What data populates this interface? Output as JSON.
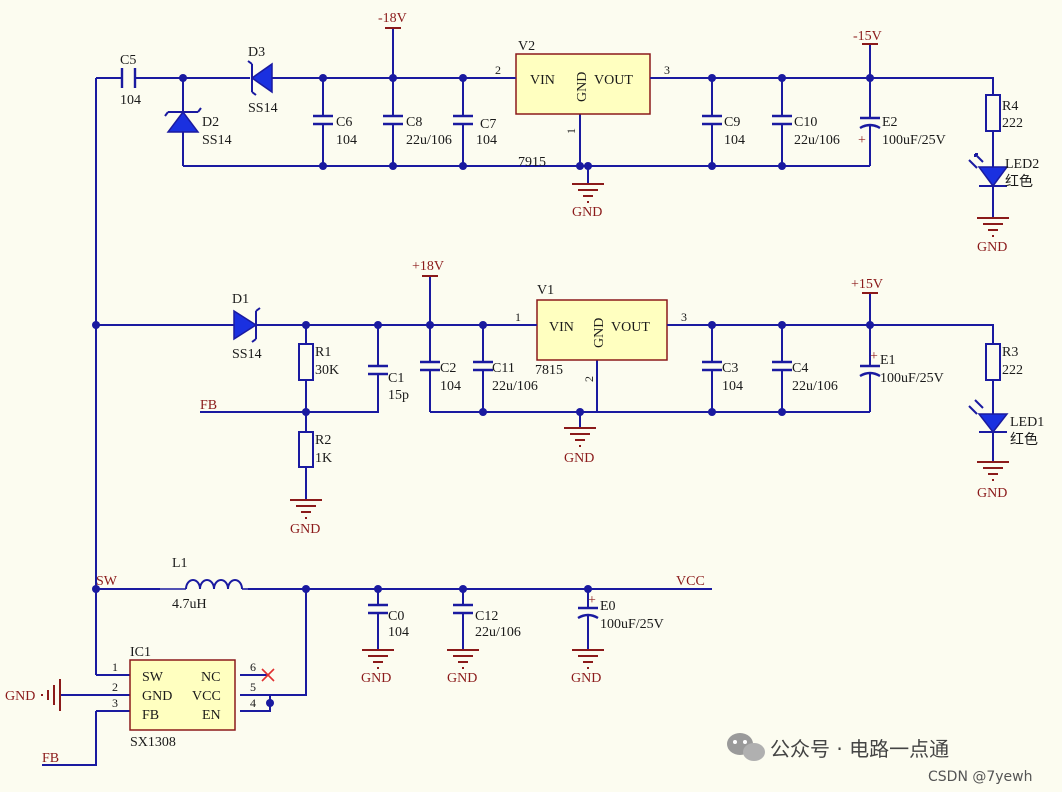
{
  "labels": {
    "C5": "C5",
    "C5v": "104",
    "D3": "D3",
    "D3v": "SS14",
    "D2": "D2",
    "D2v": "SS14",
    "D1": "D1",
    "D1v": "SS14",
    "C6": "C6",
    "C6v": "104",
    "C8": "C8",
    "C8v": "22u/106",
    "C7": "C7",
    "C7v": "104",
    "V2": "V2",
    "V2p": "7915",
    "V1": "V1",
    "V1p": "7815",
    "C9": "C9",
    "C9v": "104",
    "C10": "C10",
    "C10v": "22u/106",
    "E2": "E2",
    "E2v": "100uF/25V",
    "R4": "R4",
    "R4v": "222",
    "LED2": "LED2",
    "LED2v": "红色",
    "R1": "R1",
    "R1v": "30K",
    "C1": "C1",
    "C1v": "15p",
    "R2": "R2",
    "R2v": "1K",
    "C2": "C2",
    "C2v": "104",
    "C11": "C11",
    "C11v": "22u/106",
    "C3": "C3",
    "C3v": "104",
    "C4": "C4",
    "C4v": "22u/106",
    "E1": "E1",
    "E1v": "100uF/25V",
    "R3": "R3",
    "R3v": "222",
    "LED1": "LED1",
    "LED1v": "红色",
    "L1": "L1",
    "L1v": "4.7uH",
    "C0": "C0",
    "C0v": "104",
    "C12": "C12",
    "C12v": "22u/106",
    "E0": "E0",
    "E0v": "100uF/25V",
    "IC1": "IC1",
    "IC1p": "SX1308"
  },
  "pins": {
    "vin": "VIN",
    "gnd": "GND",
    "vout": "VOUT",
    "sw": "SW",
    "fb": "FB",
    "nc": "NC",
    "vcc": "VCC",
    "en": "EN",
    "n1": "1",
    "n2": "2",
    "n3": "3",
    "n4": "4",
    "n5": "5",
    "n6": "6"
  },
  "nets": {
    "m18": "-18V",
    "m15": "-15V",
    "p18": "+18V",
    "p15": "+15V",
    "gnd": "GND",
    "fb": "FB",
    "sw": "SW",
    "vcc": "VCC"
  },
  "footer": {
    "wechat": "公众号 · 电路一点通",
    "csdn": "CSDN @7yewh"
  }
}
